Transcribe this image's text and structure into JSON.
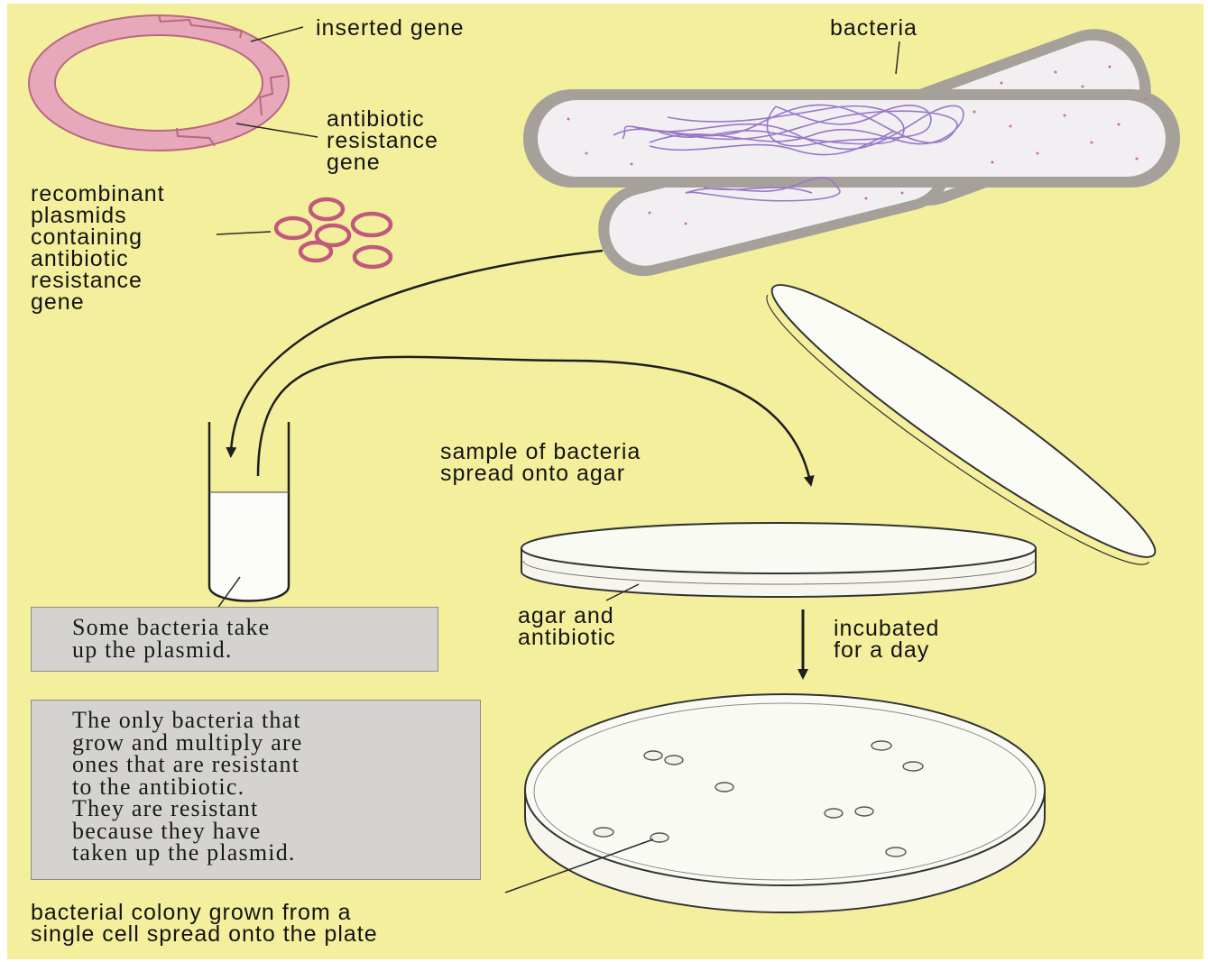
{
  "labels": {
    "inserted_gene": "inserted gene",
    "bacteria": "bacteria",
    "antibiotic_resistance_gene": "antibiotic\nresistance\ngene",
    "recombinant_plasmids": "recombinant\nplasmids\ncontaining\nantibiotic\nresistance\ngene",
    "sample_spread": "sample of bacteria\nspread onto agar",
    "agar_and_antibiotic": "agar and\nantibiotic",
    "incubated": "incubated\nfor a day",
    "bacterial_colony": "bacterial colony grown from a\nsingle cell spread onto the plate"
  },
  "boxes": {
    "uptake": "Some bacteria take\nup the plasmid.",
    "resistance": "The only bacteria that\ngrow and multiply are\nones that are resistant\nto the antibiotic.\nThey are resistant\nbecause they have\ntaken up the plasmid."
  },
  "colors": {
    "background": "#f4ef9c",
    "plasmid": "#e8a8bc",
    "plasmid_outline": "#c07088",
    "bacterium_wall": "#a5a19a",
    "bacterium_fill": "#f1eff1",
    "dna": "#9878c8",
    "box": "#d4d3d0"
  }
}
